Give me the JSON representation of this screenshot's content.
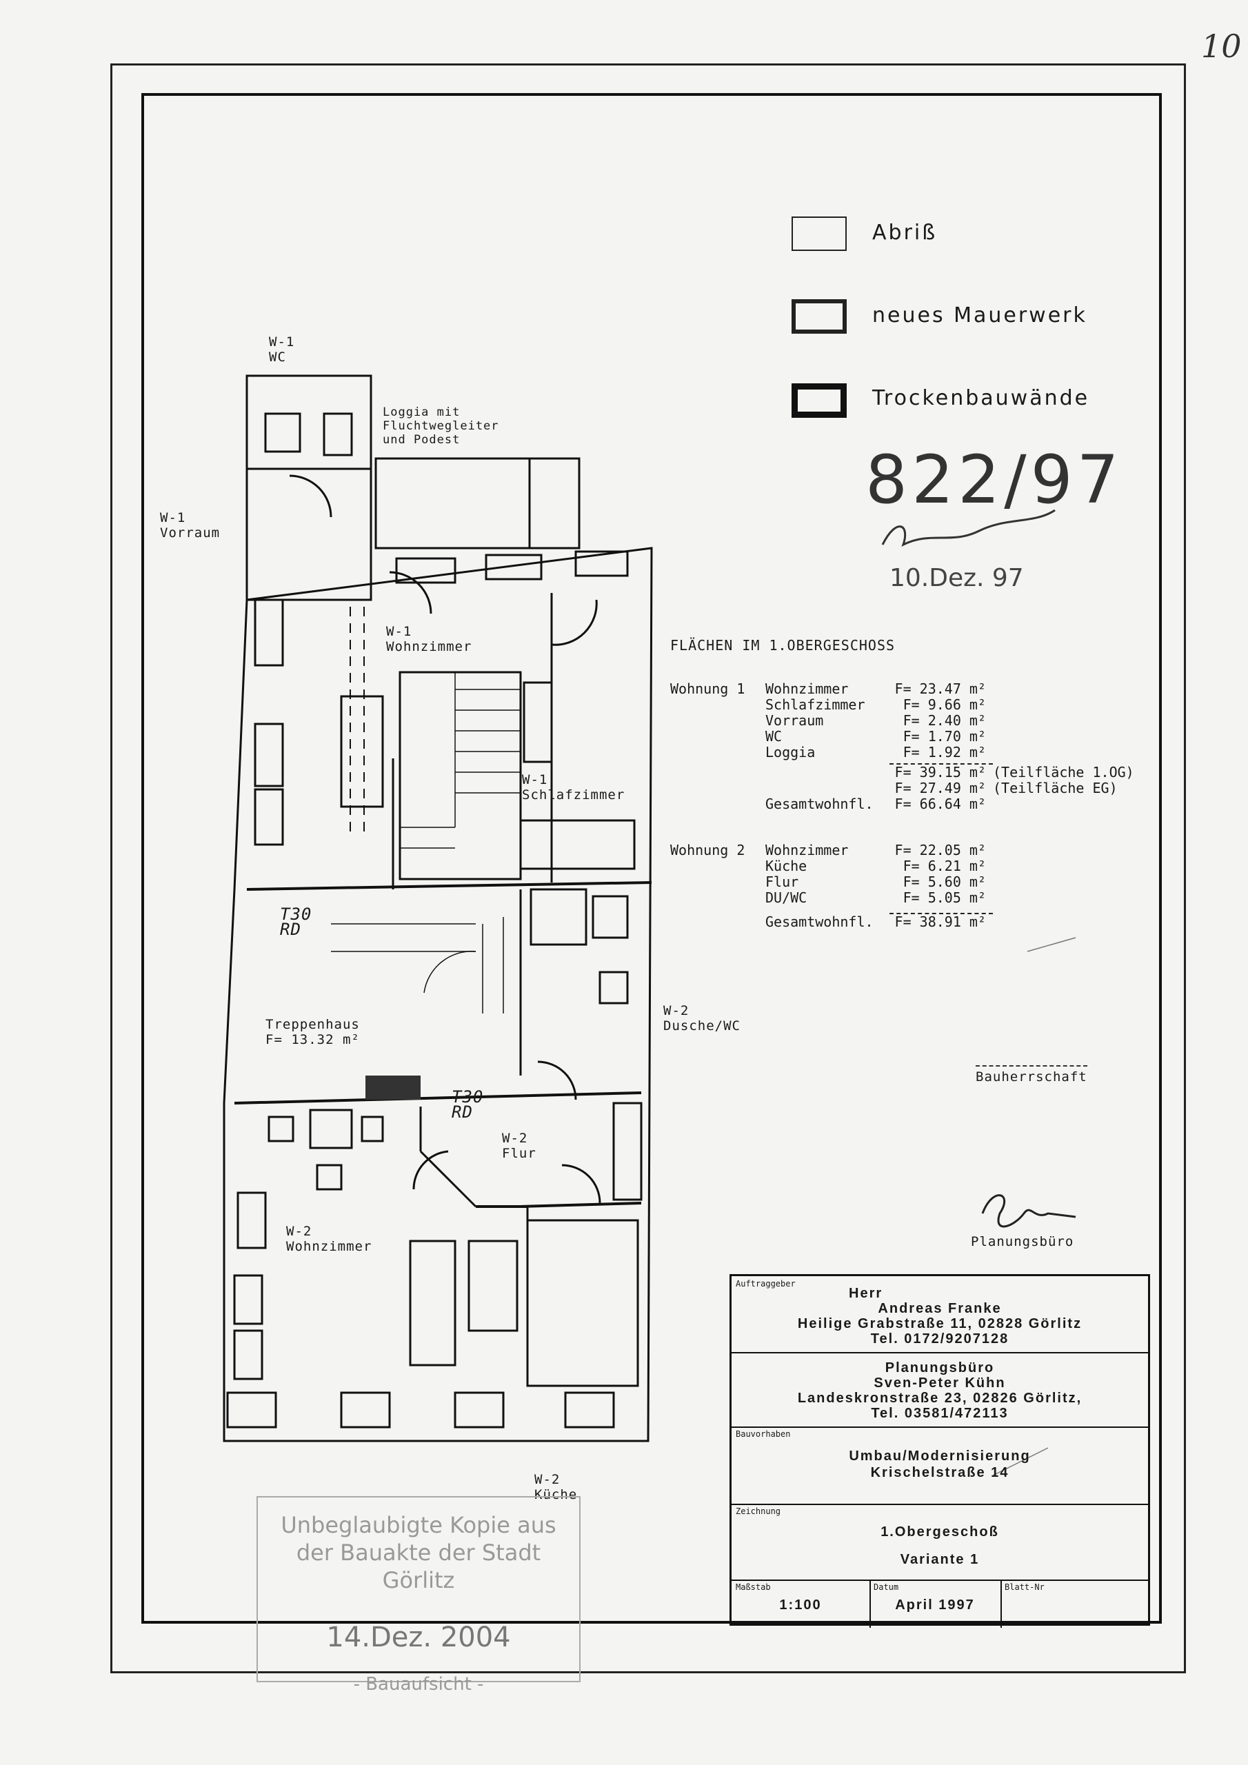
{
  "page_number": "10",
  "legend": [
    {
      "label": "Abriß",
      "style": "thin"
    },
    {
      "label": "neues Mauerwerk",
      "style": "thick"
    },
    {
      "label": "Trockenbauwände",
      "style": "heavy"
    }
  ],
  "stamp": {
    "number": "822/97",
    "date": "10.Dez. 97"
  },
  "rooms": {
    "w1_wc": "W-1\nWC",
    "w1_vorraum": "W-1\nVorraum",
    "loggia": "Loggia mit\nFluchtwegleiter\nund Podest",
    "w1_wohnzimmer": "W-1\nWohnzimmer",
    "w1_schlafzimmer": "W-1\nSchlafzimmer",
    "t30_1": "T30\nRD",
    "t30_2": "T30\nRD",
    "treppenhaus": "Treppenhaus\nF= 13.32 m²",
    "w2_dusche": "W-2\nDusche/WC",
    "w2_flur": "W-2\nFlur",
    "w2_wohnzimmer": "W-2\nWohnzimmer",
    "w2_kueche": "W-2\nKüche"
  },
  "areas": {
    "heading": "FLÄCHEN IM 1.OBERGESCHOSS",
    "wohnung1": {
      "label": "Wohnung 1",
      "rows": [
        {
          "room": "Wohnzimmer",
          "value": "F= 23.47 m²"
        },
        {
          "room": "Schlafzimmer",
          "value": "F=  9.66 m²"
        },
        {
          "room": "Vorraum",
          "value": "F=  2.40 m²"
        },
        {
          "room": "WC",
          "value": "F=  1.70 m²"
        },
        {
          "room": "Loggia",
          "value": "F=  1.92 m²"
        }
      ],
      "subtotals": [
        {
          "value": "F= 39.15 m²",
          "note": "(Teilfläche 1.OG)"
        },
        {
          "value": "F= 27.49 m²",
          "note": "(Teilfläche   EG)"
        }
      ],
      "total_label": "Gesamtwohnfl.",
      "total_value": "F= 66.64 m²"
    },
    "wohnung2": {
      "label": "Wohnung 2",
      "rows": [
        {
          "room": "Wohnzimmer",
          "value": "F= 22.05 m²"
        },
        {
          "room": "Küche",
          "value": "F=  6.21 m²"
        },
        {
          "room": "Flur",
          "value": "F=  5.60 m²"
        },
        {
          "room": "DU/WC",
          "value": "F=  5.05 m²"
        }
      ],
      "total_label": "Gesamtwohnfl.",
      "total_value": "F= 38.91 m²"
    }
  },
  "signatures": {
    "bauherr": "Bauherrschaft",
    "planer": "Planungsbüro"
  },
  "titleblock": {
    "auftraggeber_cap": "Auftraggeber",
    "client_lines": [
      "Herr",
      "Andreas Franke",
      "Heilige Grabstraße 11, 02828 Görlitz",
      "Tel. 0172/9207128"
    ],
    "planer_lines": [
      "Planungsbüro",
      "Sven-Peter Kühn",
      "Landeskronstraße 23, 02826 Görlitz,",
      "Tel. 03581/472113"
    ],
    "bauvorhaben_cap": "Bauvorhaben",
    "project_lines": [
      "Umbau/Modernisierung",
      "Krischelstraße 14"
    ],
    "zeichnung_cap": "Zeichnung",
    "drawing_lines": [
      "1.Obergeschoß",
      "Variante 1"
    ],
    "massstab_cap": "Maßstab",
    "massstab": "1:100",
    "datum_cap": "Datum",
    "datum": "April 1997",
    "blatt_cap": "Blatt-Nr"
  },
  "copy_stamp": {
    "line1": "Unbeglaubigte Kopie aus",
    "line2": "der Bauakte der Stadt Görlitz",
    "date": "14.Dez. 2004",
    "line4": "- Bauaufsicht -"
  }
}
